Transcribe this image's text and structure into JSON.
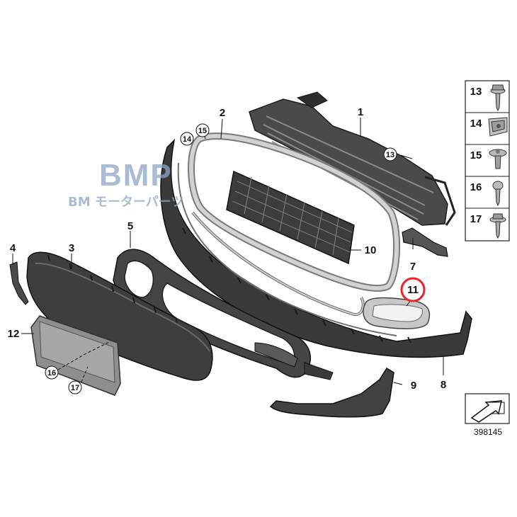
{
  "watermark": {
    "title": "BMP",
    "subtitle": "BM モーターパーツ"
  },
  "parts": [
    {
      "id": "p1",
      "label": "1"
    },
    {
      "id": "p2",
      "label": "2"
    },
    {
      "id": "p3",
      "label": "3"
    },
    {
      "id": "p4",
      "label": "4"
    },
    {
      "id": "p5",
      "label": "5"
    },
    {
      "id": "p7",
      "label": "7"
    },
    {
      "id": "p8",
      "label": "8"
    },
    {
      "id": "p9",
      "label": "9"
    },
    {
      "id": "p10",
      "label": "10"
    },
    {
      "id": "p11",
      "label": "11",
      "highlighted": true
    },
    {
      "id": "p12",
      "label": "12"
    }
  ],
  "circled_callouts": [
    "13",
    "14",
    "15",
    "16",
    "17"
  ],
  "fastener_panel": [
    {
      "label": "13",
      "icon": "hex-flange-screw-icon"
    },
    {
      "label": "14",
      "icon": "clip-nut-icon"
    },
    {
      "label": "15",
      "icon": "expanding-rivet-icon"
    },
    {
      "label": "16",
      "icon": "pan-head-screw-icon"
    },
    {
      "label": "17",
      "icon": "flange-screw-icon"
    }
  ],
  "reference_number": "398145",
  "colors": {
    "highlight": "#e8242a",
    "part_dark": "#3a3a3a",
    "part_grey": "#9a9a9a",
    "watermark": "#8ea6c8"
  }
}
